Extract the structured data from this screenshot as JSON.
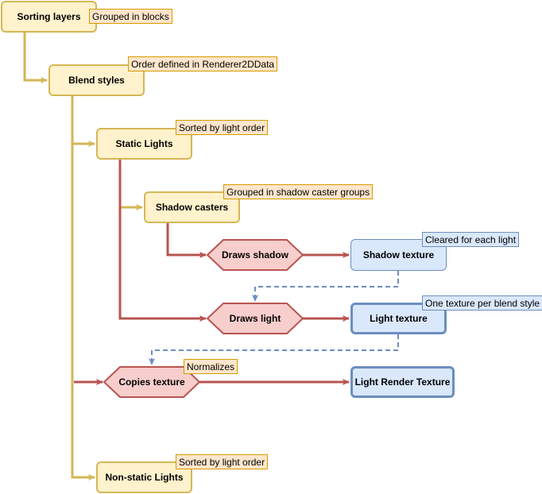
{
  "nodes": {
    "sorting_layers": "Sorting layers",
    "blend_styles": "Blend styles",
    "static_lights": "Static Lights",
    "shadow_casters": "Shadow casters",
    "draws_shadow": "Draws shadow",
    "shadow_texture": "Shadow texture",
    "draws_light": "Draws light",
    "light_texture": "Light texture",
    "copies_texture": "Copies texture",
    "light_render_texture": "Light Render Texture",
    "non_static_lights": "Non-static Lights"
  },
  "notes": {
    "grouped_in_blocks": "Grouped in blocks",
    "order_defined": "Order defined in Renderer2DData",
    "sorted_static": "Sorted by light order",
    "grouped_shadow": "Grouped in shadow caster groups",
    "cleared": "Cleared for each light",
    "one_texture": "One texture per blend style",
    "normalizes": "Normalizes",
    "sorted_nonstatic": "Sorted by light order"
  },
  "colors": {
    "yellow_fill": "#fff2cc",
    "yellow_stroke": "#d6b656",
    "red_fill": "#f8cecc",
    "red_stroke": "#b85450",
    "blue_fill": "#dae8fc",
    "blue_stroke": "#6c8ebf",
    "note_fill": "#ffe6cc",
    "note_stroke": "#d79b00"
  }
}
